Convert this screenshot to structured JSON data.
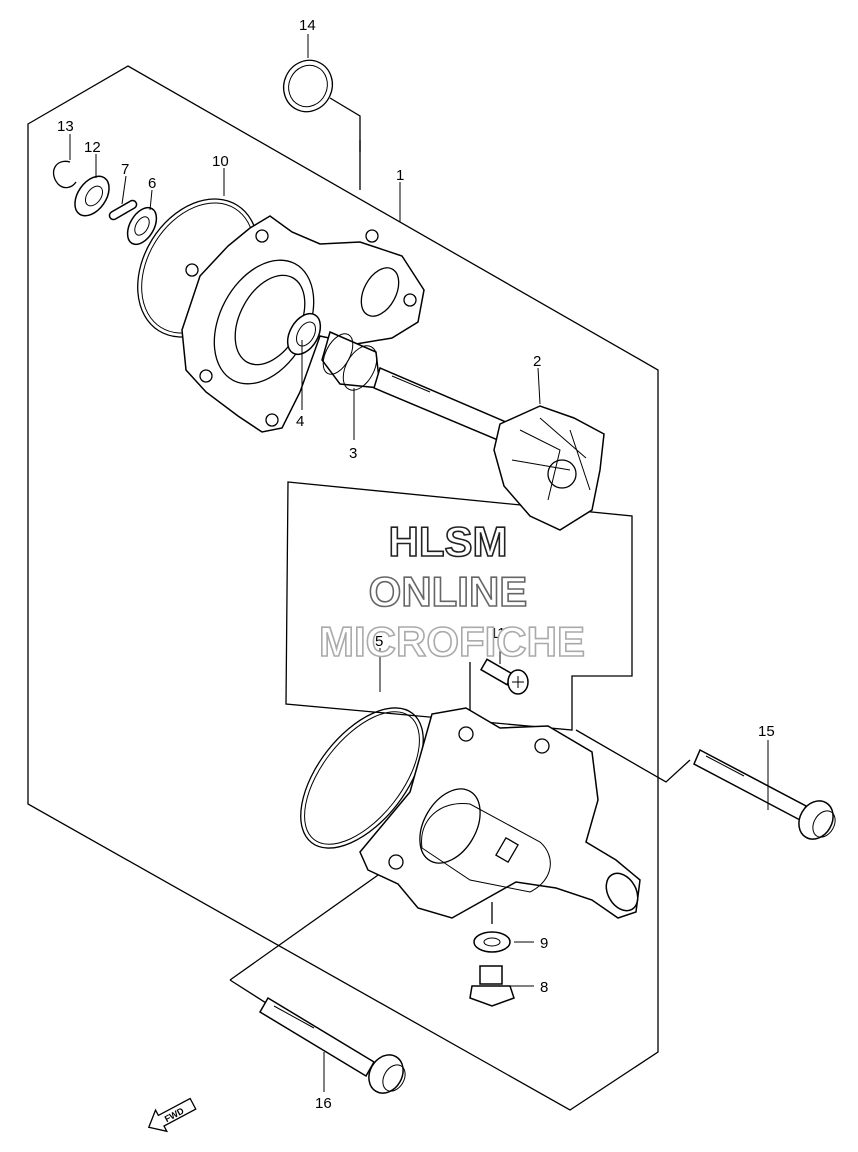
{
  "callouts": {
    "c1": "1",
    "c2": "2",
    "c3": "3",
    "c4": "4",
    "c5": "5",
    "c6": "6",
    "c7": "7",
    "c8": "8",
    "c9": "9",
    "c10": "10",
    "c11": "11",
    "c12": "12",
    "c13": "13",
    "c14": "14",
    "c15": "15",
    "c16": "16"
  },
  "watermark": {
    "line1": "HLSM",
    "line2": "ONLINE",
    "line3": "MICROFICHE"
  },
  "fwd_label": "FWD",
  "colors": {
    "line": "#000000",
    "background": "#ffffff",
    "wm1": "#222222",
    "wm2": "#666666",
    "wm3": "#aaaaaa"
  }
}
